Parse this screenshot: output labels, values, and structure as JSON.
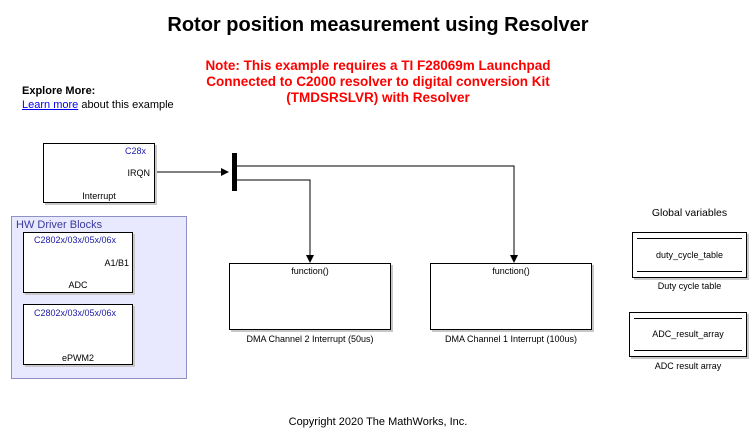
{
  "title": "Rotor position measurement using Resolver",
  "note": {
    "line1": "Note: This example requires a TI F28069m Launchpad",
    "line2": "Connected to C2000 resolver to digital conversion Kit",
    "line3": "(TMDSRSLVR) with Resolver"
  },
  "explore": {
    "heading": "Explore More:",
    "link": "Learn more",
    "suffix": " about this example"
  },
  "interrupt_block": {
    "tag": "C28x",
    "port": "IRQN",
    "label": "Interrupt"
  },
  "hw_group": {
    "title": "HW Driver Blocks",
    "adc": {
      "tag": "C2802x/03x/05x/06x",
      "port": "A1/B1",
      "label": "ADC"
    },
    "epwm": {
      "tag": "C2802x/03x/05x/06x",
      "label": "ePWM2"
    }
  },
  "dma2": {
    "port": "function()",
    "label": "DMA Channel 2 Interrupt (50us)"
  },
  "dma1": {
    "port": "function()",
    "label": "DMA Channel 1 Interrupt (100us)"
  },
  "globals": {
    "title": "Global variables",
    "duty": {
      "name": "duty_cycle_table",
      "label": "Duty cycle table"
    },
    "adc": {
      "name": "ADC_result_array",
      "label": "ADC result array"
    }
  },
  "copyright": "Copyright 2020 The MathWorks, Inc."
}
